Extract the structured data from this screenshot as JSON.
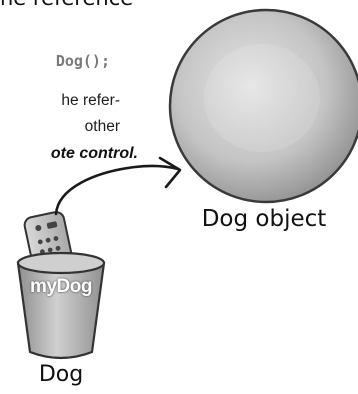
{
  "text": {
    "heading": "he reference",
    "code": "Dog();",
    "line1": "he refer-",
    "line2": "other",
    "line3": "ote control."
  },
  "labels": {
    "object": "Dog object",
    "class": "Dog",
    "reference_variable": "myDog"
  },
  "colors": {
    "ball_light": "#dcdcdc",
    "ball_dark": "#8d8d8d",
    "cup": "#b9b9b9",
    "code_text": "#7a7a7a"
  }
}
